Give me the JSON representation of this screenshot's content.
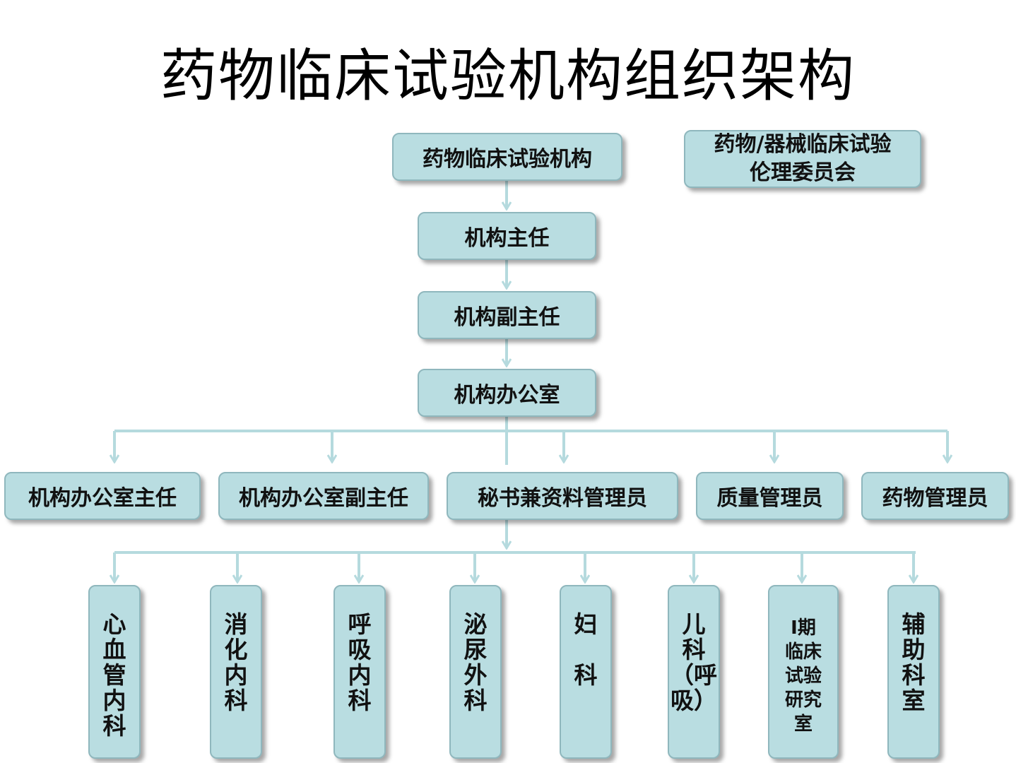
{
  "title": "药物临床试验机构组织架构",
  "colors": {
    "box_fill": "#b9dde1",
    "box_border": "#8fb7bd",
    "connector": "#b5dade"
  },
  "chain": [
    "药物临床试验机构",
    "机构主任",
    "机构副主任",
    "机构办公室"
  ],
  "ethics": [
    "药物/器械临床试验",
    "伦理委员会"
  ],
  "staff": [
    "机构办公室主任",
    "机构办公室副主任",
    "秘书兼资料管理员",
    "质量管理员",
    "药物管理员"
  ],
  "departments": [
    "心\n血\n管\n内\n科",
    "消\n化\n内\n科",
    "呼\n吸\n内\n科",
    "泌\n尿\n外\n科",
    "妇\n\n科",
    "儿\n科\n（呼\n吸）",
    "Ⅰ期\n临床\n试验\n研究\n室",
    "辅\n助\n科\n室"
  ]
}
